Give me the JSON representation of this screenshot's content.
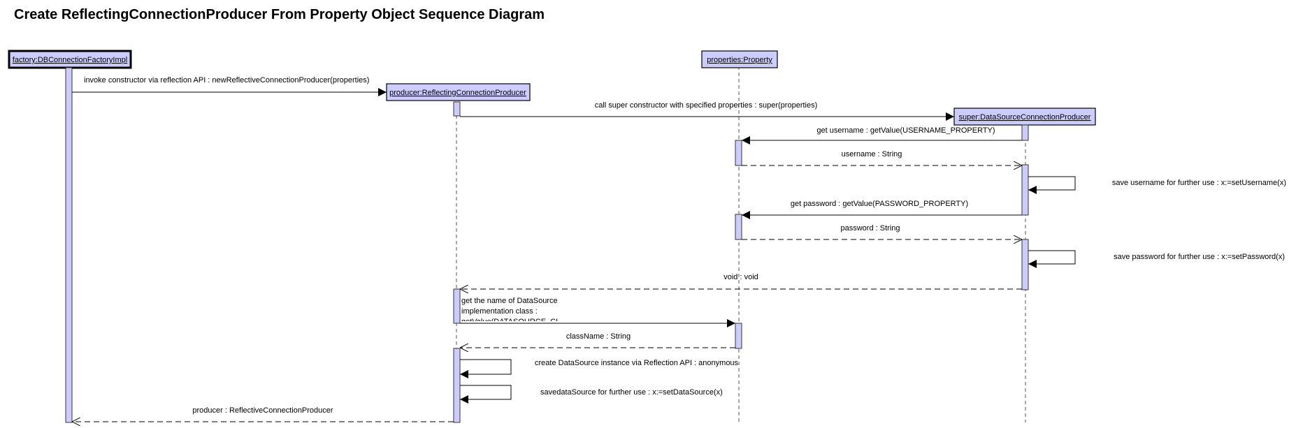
{
  "title": "Create ReflectingConnectionProducer From Property Object Sequence Diagram",
  "participants": [
    {
      "id": "factory",
      "label": "factory:DBConnectionFactoryImpl",
      "active": true
    },
    {
      "id": "producer",
      "label": "producer:ReflectingConnectionProducer",
      "active": false
    },
    {
      "id": "properties",
      "label": "properties:Property",
      "active": false
    },
    {
      "id": "super",
      "label": "super:DataSourceConnectionProducer",
      "active": false
    }
  ],
  "messages": [
    {
      "from": "factory",
      "to": "producer",
      "kind": "create",
      "label": "invoke constructor via reflection API : newReflectiveConnectionProducer(properties)"
    },
    {
      "from": "producer",
      "to": "super",
      "kind": "create",
      "label": "call super constructor with specified properties : super(properties)"
    },
    {
      "from": "super",
      "to": "properties",
      "kind": "call",
      "label": "get username : getValue(USERNAME_PROPERTY)"
    },
    {
      "from": "properties",
      "to": "super",
      "kind": "return",
      "label": "username : String"
    },
    {
      "from": "super",
      "to": "super",
      "kind": "self",
      "label": "save username for further use : x:=setUsername(x)"
    },
    {
      "from": "super",
      "to": "properties",
      "kind": "call",
      "label": "get password : getValue(PASSWORD_PROPERTY)"
    },
    {
      "from": "properties",
      "to": "super",
      "kind": "return",
      "label": "password : String"
    },
    {
      "from": "super",
      "to": "super",
      "kind": "self",
      "label": "save password for further use : x:=setPassword(x)"
    },
    {
      "from": "super",
      "to": "producer",
      "kind": "return",
      "label": "void : void"
    },
    {
      "from": "producer",
      "to": "properties",
      "kind": "call",
      "label": "get the name of DataSource implementation class : getValue(DATASOURCE_CLASS_PROPERTY)"
    },
    {
      "from": "properties",
      "to": "producer",
      "kind": "return",
      "label": "className : String"
    },
    {
      "from": "producer",
      "to": "producer",
      "kind": "self",
      "label": "create DataSource instance via Reflection API : anonymous"
    },
    {
      "from": "producer",
      "to": "producer",
      "kind": "self",
      "label": "savedataSource for further use : x:=setDataSource(x)"
    },
    {
      "from": "producer",
      "to": "factory",
      "kind": "return",
      "label": "producer : ReflectiveConnectionProducer"
    }
  ],
  "colors": {
    "object_fill": "#ccccff",
    "activation_fill": "#ccccff",
    "line": "#000000"
  }
}
